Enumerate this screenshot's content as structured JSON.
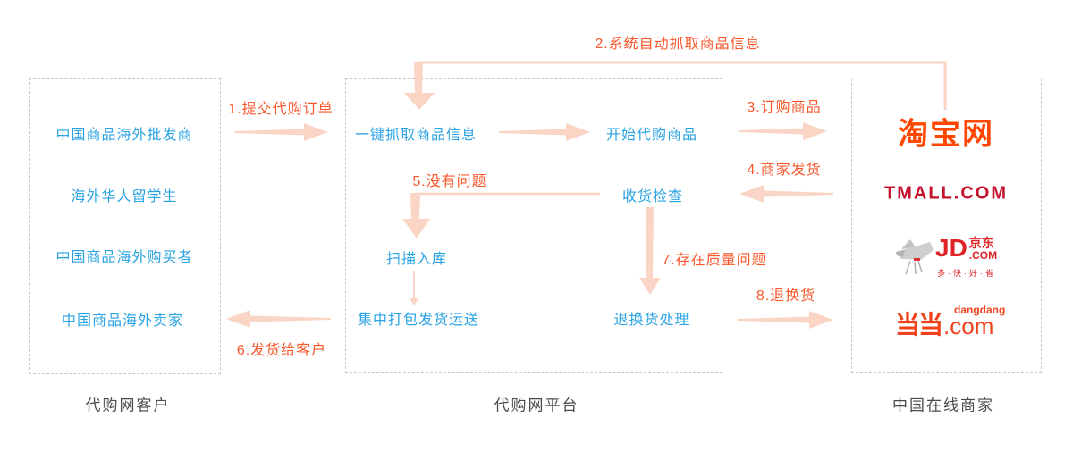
{
  "customers": {
    "caption": "代购网客户",
    "items": [
      "中国商品海外批发商",
      "海外华人留学生",
      "中国商品海外购买者",
      "中国商品海外卖家"
    ]
  },
  "platform": {
    "caption": "代购网平台",
    "nodes": {
      "grab_info": "一键抓取商品信息",
      "start_purchase": "开始代购商品",
      "receive_inspect": "收货检查",
      "scan_warehouse": "扫描入库",
      "pack_ship": "集中打包发货运送",
      "return_handling": "退换货处理"
    }
  },
  "merchants": {
    "caption": "中国在线商家",
    "taobao": "淘宝网",
    "tmall": "TMALL.COM",
    "jd": {
      "name": "JD",
      "cn": "京东",
      "com": ".COM",
      "slogan": "多·快·好·省"
    },
    "dangdang": {
      "cn": "当当",
      "latin": "dangdang",
      "com": ".com"
    }
  },
  "steps": {
    "s1": "1.提交代购订单",
    "s2": "2.系统自动抓取商品信息",
    "s3": "3.订购商品",
    "s4": "4.商家发货",
    "s5": "5.没有问题",
    "s6": "6.发货给客户",
    "s7": "7.存在质量问题",
    "s8": "8.退换货"
  },
  "colors": {
    "node_blue": "#2aa3e3",
    "step_orange": "#f9572b",
    "arrow_pink": "#fad5c5",
    "caption_gray": "#4a4a4a",
    "border_gray": "#c6c6c6",
    "taobao_orange": "#ff4700",
    "tmall_red": "#c5122d",
    "jd_red": "#df2328",
    "dangdang_red": "#f0431b"
  }
}
